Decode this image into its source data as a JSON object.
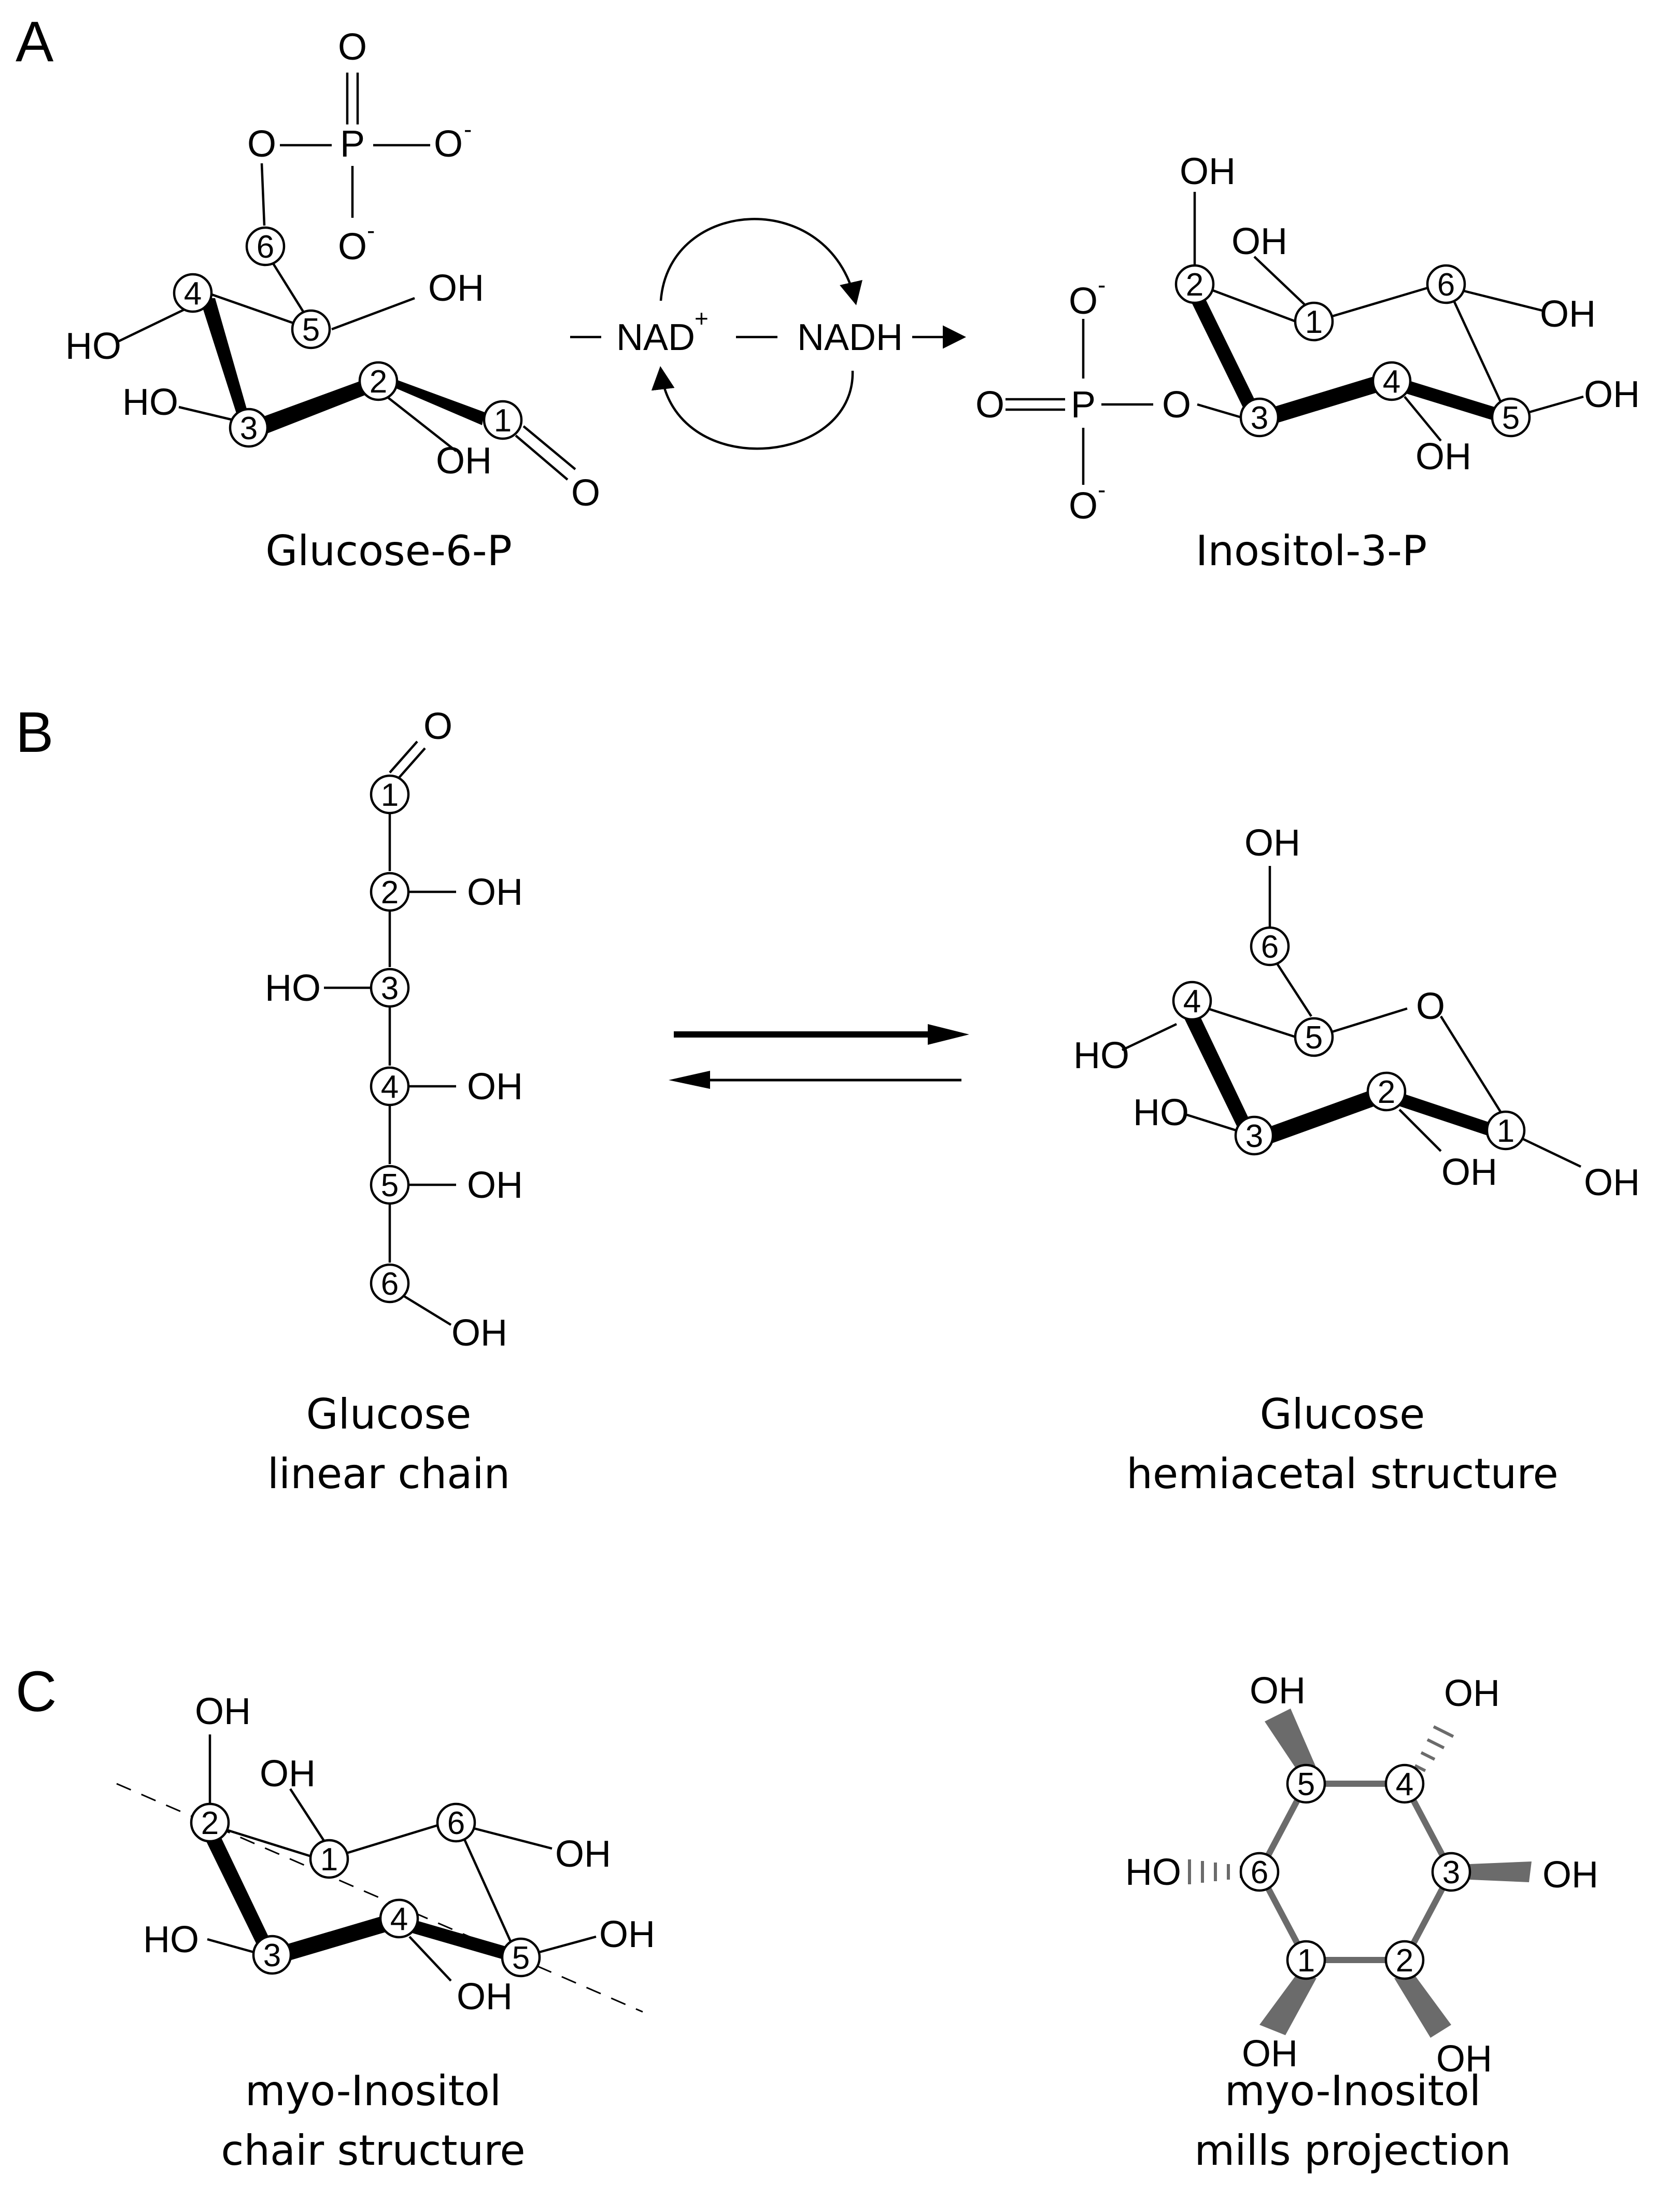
{
  "panels": {
    "a": "A",
    "b": "B",
    "c": "C"
  },
  "atoms": {
    "o": "O",
    "oh": "OH",
    "ho": "HO",
    "p": "P",
    "minus": "-",
    "plus": "+"
  },
  "cofactors": {
    "nad": "NAD",
    "nadh": "NADH"
  },
  "numbers": {
    "n1": "1",
    "n2": "2",
    "n3": "3",
    "n4": "4",
    "n5": "5",
    "n6": "6"
  },
  "captions": {
    "glucose_6_p": "Glucose-6-P",
    "inositol_3_p": "Inositol-3-P",
    "glucose_linear_1": "Glucose",
    "glucose_linear_2": "linear chain",
    "glucose_hemi_1": "Glucose",
    "glucose_hemi_2": "hemiacetal structure",
    "myo_chair_1": "myo-Inositol",
    "myo_chair_2": "chair structure",
    "myo_mills_1": "myo-Inositol",
    "myo_mills_2": "mills projection"
  }
}
